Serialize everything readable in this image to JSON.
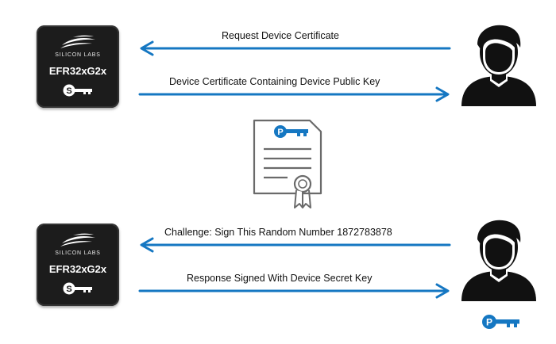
{
  "chip": {
    "brand": "SILICON LABS",
    "model": "EFR32xG2x",
    "key_letter": "S"
  },
  "messages": {
    "request_certificate": "Request Device Certificate",
    "certificate_reply": "Device Certificate Containing Device Public Key",
    "challenge": "Challenge: Sign This Random Number 1872783878",
    "response": "Response Signed With Device Secret Key"
  },
  "certificate": {
    "key_letter": "P"
  },
  "public_key": {
    "key_letter": "P"
  },
  "colors": {
    "arrow": "#1577c2",
    "chip": "#1c1c1c",
    "person": "#111111",
    "certificate_line": "#6a6a6a",
    "key": "#1577c2"
  },
  "icons": {
    "chip": "silicon-labs-chip-icon",
    "person": "person-silhouette-icon",
    "certificate": "certificate-document-icon",
    "key": "key-icon"
  }
}
